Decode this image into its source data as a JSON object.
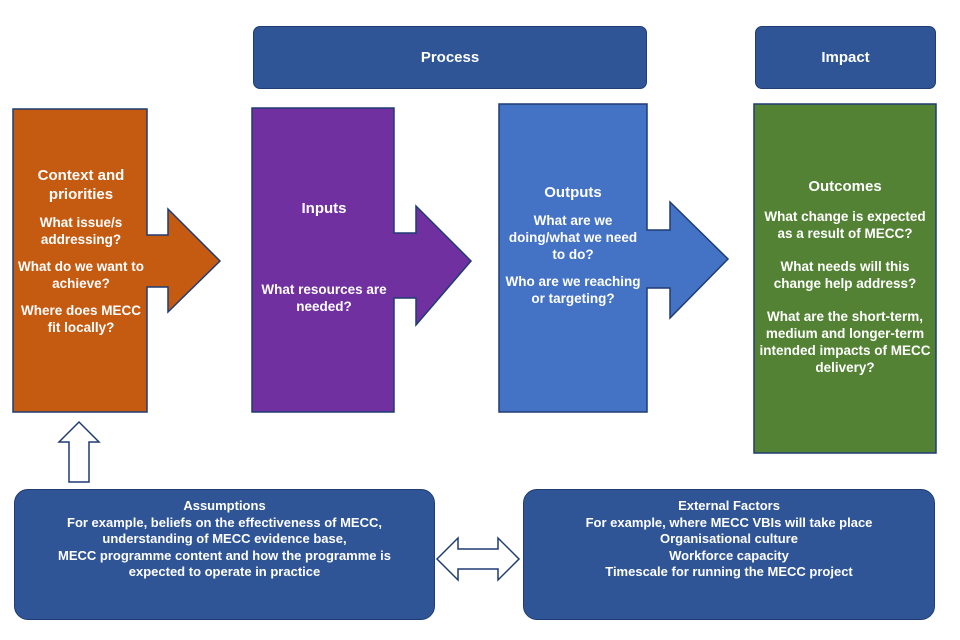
{
  "headers": {
    "process": "Process",
    "impact": "Impact"
  },
  "colors": {
    "context": "#c55a11",
    "inputs": "#7030a0",
    "outputs": "#4472c4",
    "outcomes": "#548235",
    "header": "#2f5597",
    "outline": "#1f3c73"
  },
  "context": {
    "title": "Context and priorities",
    "questions": [
      "What issue/s addressing?",
      "What do we want to achieve?",
      "Where does MECC fit locally?"
    ]
  },
  "inputs": {
    "title": "Inputs",
    "questions": [
      "What resources are needed?"
    ]
  },
  "outputs": {
    "title": "Outputs",
    "questions": [
      "What are we doing/what we need to do?",
      "Who are we reaching or targeting?"
    ]
  },
  "outcomes": {
    "title": "Outcomes",
    "questions": [
      "What change is expected as a result of MECC?",
      "What needs will this change help address?",
      "What are the short-term, medium and longer-term intended impacts of MECC delivery?"
    ]
  },
  "assumptions": {
    "title": "Assumptions",
    "lines": [
      "For example, beliefs on the effectiveness of MECC,",
      "understanding of MECC evidence base,",
      "MECC programme content and how the programme is",
      "expected to operate in practice"
    ]
  },
  "external_factors": {
    "title": "External Factors",
    "lines": [
      "For example, where MECC VBIs will take place",
      "Organisational culture",
      "Workforce capacity",
      "Timescale for running the MECC project"
    ]
  }
}
